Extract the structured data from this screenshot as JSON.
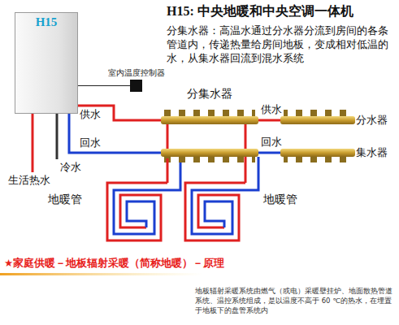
{
  "diagram": {
    "title": "H15: 中央地暖和中央空调一体机",
    "caption": "★家庭供暖－地板辐射采暖（简称地暖）－原理",
    "nodes": [
      {
        "text": [
          "H15"
        ]
      },
      {
        "text": [
          "室内温度控制器"
        ]
      },
      {
        "text": [
          "分集水器"
        ]
      },
      {
        "text": [
          "分水器"
        ]
      },
      {
        "text": [
          "集水器"
        ]
      },
      {
        "text": [
          "地暖管"
        ]
      },
      {
        "text": [
          "地暖管"
        ]
      }
    ],
    "edges": [
      {
        "from": 0,
        "to": 2,
        "arrow": "none",
        "label": "供水"
      },
      {
        "from": 2,
        "to": 0,
        "arrow": "none",
        "label": "回水"
      },
      {
        "from": 0,
        "to": 1,
        "arrow": "none"
      },
      {
        "from": 2,
        "to": 3,
        "arrow": "none",
        "label": "供水"
      },
      {
        "from": 2,
        "to": 4,
        "arrow": "none",
        "label": "回水"
      },
      {
        "from": 2,
        "to": 5,
        "arrow": "none"
      },
      {
        "from": 2,
        "to": 6,
        "arrow": "none"
      }
    ],
    "labels": [
      "分集水器：高温水通过分水器分流到房间的各条管道内，传递热量给房间地板，变成相对低温的水，从集水器回流到混水系统",
      "生活热水",
      "冷水",
      "地板辐射采暖系统由燃气（或电）采暖壁挂炉、地面散热管道系统、温控系统组成，是以温度不高于 60 ℃的热水，在埋置于地板下的盘管系统内"
    ]
  }
}
